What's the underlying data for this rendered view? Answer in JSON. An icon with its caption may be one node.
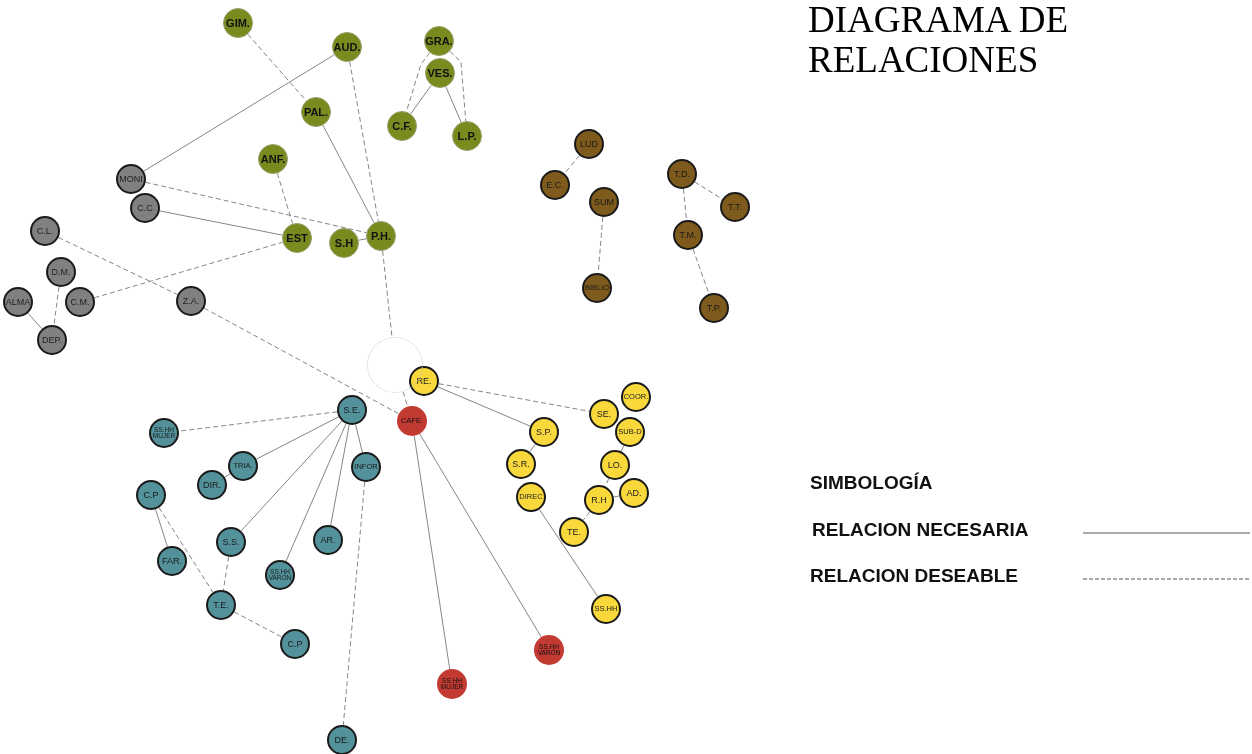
{
  "diagram": {
    "title": "DIAGRAMA DE RELACIONES",
    "nodes": [
      {
        "text": [
          "GIM."
        ]
      },
      {
        "text": [
          "AUD."
        ]
      },
      {
        "text": [
          "GRA."
        ]
      },
      {
        "text": [
          "VES."
        ]
      },
      {
        "text": [
          "PAL."
        ]
      },
      {
        "text": [
          "C.F."
        ]
      },
      {
        "text": [
          "L.P."
        ]
      },
      {
        "text": [
          "ANF."
        ]
      },
      {
        "text": [
          "EST"
        ]
      },
      {
        "text": [
          "S.H"
        ]
      },
      {
        "text": [
          "P.H."
        ]
      },
      {
        "text": [
          "MONI"
        ]
      },
      {
        "text": [
          "C.C"
        ]
      },
      {
        "text": [
          "C.L."
        ]
      },
      {
        "text": [
          "D.M."
        ]
      },
      {
        "text": [
          "C.M."
        ]
      },
      {
        "text": [
          "Z.A."
        ]
      },
      {
        "text": [
          "ALMA"
        ]
      },
      {
        "text": [
          "DEP."
        ]
      },
      {
        "text": [
          "LUD"
        ]
      },
      {
        "text": [
          "E.C."
        ]
      },
      {
        "text": [
          "SUM"
        ]
      },
      {
        "text": [
          "BIBLIO"
        ]
      },
      {
        "text": [
          "T.D."
        ]
      },
      {
        "text": [
          "T.T."
        ]
      },
      {
        "text": [
          "T.M."
        ]
      },
      {
        "text": [
          "T.P."
        ]
      },
      {
        "text": [
          "RE."
        ]
      },
      {
        "text": [
          "COOR."
        ]
      },
      {
        "text": [
          "SE."
        ]
      },
      {
        "text": [
          "S.P."
        ]
      },
      {
        "text": [
          "SUB-D"
        ]
      },
      {
        "text": [
          "S.R."
        ]
      },
      {
        "text": [
          "LO."
        ]
      },
      {
        "text": [
          "AD."
        ]
      },
      {
        "text": [
          "DIREC"
        ]
      },
      {
        "text": [
          "R.H"
        ]
      },
      {
        "text": [
          "TE."
        ]
      },
      {
        "text": [
          "SS.HH"
        ]
      },
      {
        "text": [
          "CAFE."
        ]
      },
      {
        "text": [
          "SS.HH VARON"
        ]
      },
      {
        "text": [
          "SS.HH MUJER"
        ]
      },
      {
        "text": [
          "S.E."
        ]
      },
      {
        "text": [
          "SS.HH MUJER"
        ]
      },
      {
        "text": [
          "TRIA."
        ]
      },
      {
        "text": [
          "INFOR"
        ]
      },
      {
        "text": [
          "DIR."
        ]
      },
      {
        "text": [
          "C.P"
        ]
      },
      {
        "text": [
          "S.S."
        ]
      },
      {
        "text": [
          "AR."
        ]
      },
      {
        "text": [
          "FAR."
        ]
      },
      {
        "text": [
          "SS.HH VARON"
        ]
      },
      {
        "text": [
          "T.E."
        ]
      },
      {
        "text": [
          "C.P"
        ]
      },
      {
        "text": [
          "DE."
        ]
      },
      {
        "text": [],
        "shape": "circle"
      }
    ],
    "edges": [
      {
        "from": 0,
        "to": 4,
        "arrow": "none",
        "style": "dashed"
      },
      {
        "from": 1,
        "to": 11,
        "arrow": "none"
      },
      {
        "from": 1,
        "to": 10,
        "arrow": "none",
        "style": "dashed"
      },
      {
        "from": 2,
        "to": 5,
        "arrow": "none",
        "style": "dashed"
      },
      {
        "from": 2,
        "to": 6,
        "arrow": "none",
        "style": "dashed"
      },
      {
        "from": 3,
        "to": 5,
        "arrow": "none"
      },
      {
        "from": 3,
        "to": 6,
        "arrow": "none"
      },
      {
        "from": 4,
        "to": 10,
        "arrow": "none"
      },
      {
        "from": 7,
        "to": 8,
        "arrow": "none",
        "style": "dashed"
      },
      {
        "from": 11,
        "to": 10,
        "arrow": "none",
        "style": "dashed"
      },
      {
        "from": 12,
        "to": 8,
        "arrow": "none"
      },
      {
        "from": 15,
        "to": 8,
        "arrow": "none",
        "style": "dashed"
      },
      {
        "from": 9,
        "to": 10,
        "arrow": "none"
      },
      {
        "from": 13,
        "to": 16,
        "arrow": "none",
        "style": "dashed"
      },
      {
        "from": 16,
        "to": 39,
        "arrow": "none",
        "style": "dashed"
      },
      {
        "from": 14,
        "to": 18,
        "arrow": "none",
        "style": "dashed"
      },
      {
        "from": 17,
        "to": 18,
        "arrow": "none"
      },
      {
        "from": 10,
        "to": 55,
        "arrow": "none",
        "style": "dashed"
      },
      {
        "from": 55,
        "to": 39,
        "arrow": "none",
        "style": "dashed"
      },
      {
        "from": 19,
        "to": 20,
        "arrow": "none",
        "style": "dashed"
      },
      {
        "from": 21,
        "to": 22,
        "arrow": "none",
        "style": "dashed"
      },
      {
        "from": 23,
        "to": 24,
        "arrow": "none",
        "style": "dashed"
      },
      {
        "from": 23,
        "to": 25,
        "arrow": "none",
        "style": "dashed"
      },
      {
        "from": 25,
        "to": 26,
        "arrow": "none",
        "style": "dashed"
      },
      {
        "from": 27,
        "to": 29,
        "arrow": "none",
        "style": "dashed"
      },
      {
        "from": 27,
        "to": 30,
        "arrow": "none"
      },
      {
        "from": 30,
        "to": 32,
        "arrow": "none"
      },
      {
        "from": 31,
        "to": 33,
        "arrow": "none"
      },
      {
        "from": 33,
        "to": 36,
        "arrow": "none",
        "style": "dashed"
      },
      {
        "from": 36,
        "to": 34,
        "arrow": "none"
      },
      {
        "from": 36,
        "to": 37,
        "arrow": "none",
        "style": "dashed"
      },
      {
        "from": 35,
        "to": 38,
        "arrow": "none"
      },
      {
        "from": 39,
        "to": 40,
        "arrow": "none"
      },
      {
        "from": 39,
        "to": 41,
        "arrow": "none"
      },
      {
        "from": 42,
        "to": 43,
        "arrow": "none",
        "style": "dashed"
      },
      {
        "from": 42,
        "to": 44,
        "arrow": "none"
      },
      {
        "from": 42,
        "to": 48,
        "arrow": "none"
      },
      {
        "from": 42,
        "to": 51,
        "arrow": "none"
      },
      {
        "from": 42,
        "to": 49,
        "arrow": "none"
      },
      {
        "from": 42,
        "to": 45,
        "arrow": "none"
      },
      {
        "from": 44,
        "to": 46,
        "arrow": "none"
      },
      {
        "from": 47,
        "to": 50,
        "arrow": "none"
      },
      {
        "from": 47,
        "to": 52,
        "arrow": "none",
        "style": "dashed"
      },
      {
        "from": 48,
        "to": 52,
        "arrow": "none",
        "style": "dashed"
      },
      {
        "from": 52,
        "to": 53,
        "arrow": "none",
        "style": "dashed"
      },
      {
        "from": 45,
        "to": 54,
        "arrow": "none",
        "style": "dashed"
      }
    ],
    "labels": [
      "SIMBOLOGÍA"
    ],
    "legend": [
      {
        "text": "RELACION NECESARIA"
      },
      {
        "text": "RELACION DESEABLE"
      }
    ]
  }
}
